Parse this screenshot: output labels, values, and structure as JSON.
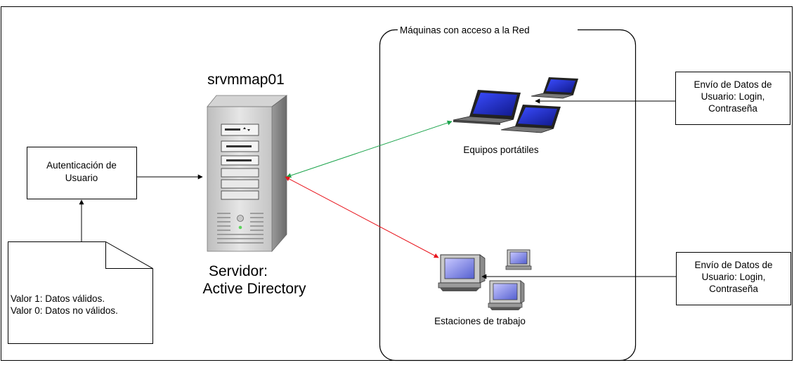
{
  "diagram": {
    "auth_box": {
      "line1": "Autenticación de",
      "line2": "Usuario"
    },
    "note": {
      "line1": "Valor 1: Datos válidos.",
      "line2": "Valor 0: Datos no válidos."
    },
    "server": {
      "hostname": "srvmmap01",
      "caption_line1": "Servidor:",
      "caption_line2": "Active Directory"
    },
    "network_group": {
      "title": "Máquinas con acceso a la Red"
    },
    "laptops": {
      "label": "Equipos portátiles"
    },
    "workstations": {
      "label": "Estaciones de trabajo"
    },
    "send_box_top": {
      "line1": "Envío de Datos de",
      "line2": "Usuario: Login,",
      "line3": "Contraseña"
    },
    "send_box_bottom": {
      "line1": "Envío de Datos de",
      "line2": "Usuario: Login,",
      "line3": "Contraseña"
    },
    "colors": {
      "laptop_link": "#1aa34a",
      "workstation_link": "#e8141c",
      "screen_blue": "#2030d8"
    },
    "icons": [
      "server-tower-icon",
      "laptop-icon",
      "desktop-computer-icon"
    ]
  }
}
